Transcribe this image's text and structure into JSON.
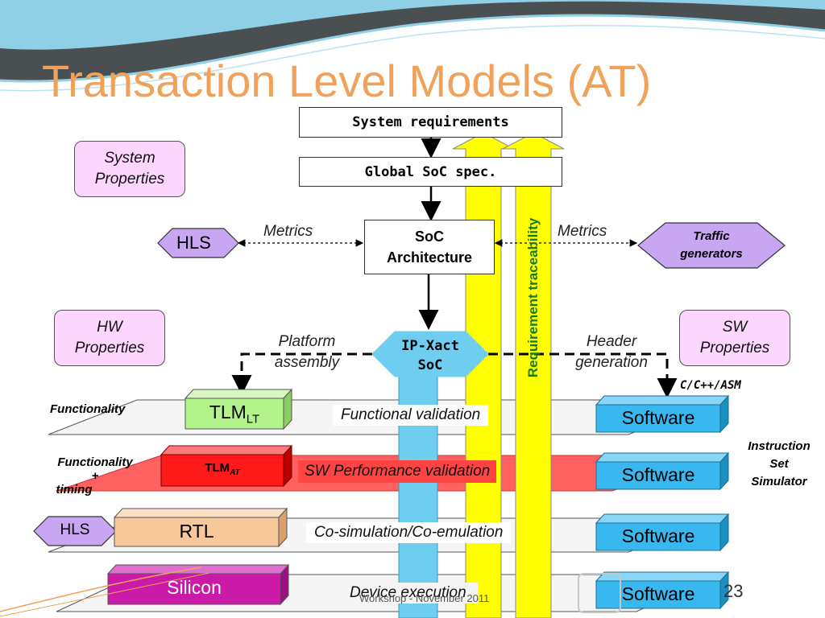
{
  "slide": {
    "title": "Transaction Level Models (AT)",
    "footer": "Workshop - November 2011",
    "page_number": "23"
  },
  "flow": {
    "system_requirements": "System requirements",
    "global_soc_spec": "Global SoC spec.",
    "soc_architecture_line1": "SoC",
    "soc_architecture_line2": "Architecture",
    "ip_xact_line1": "IP-Xact",
    "ip_xact_line2": "SoC",
    "requirement_traceability": "Requirement traceability"
  },
  "properties": {
    "system_line1": "System",
    "system_line2": "Properties",
    "hw_line1": "HW",
    "hw_line2": "Properties",
    "sw_line1": "SW",
    "sw_line2": "Properties"
  },
  "side": {
    "hls_top": "HLS",
    "metrics_left": "Metrics",
    "metrics_right": "Metrics",
    "traffic_line1": "Traffic",
    "traffic_line2": "generators",
    "platform_line1": "Platform",
    "platform_line2": "assembly",
    "header_line1": "Header",
    "header_line2": "generation",
    "c_cpp_asm": "C/C++/ASM"
  },
  "levels": {
    "functionality": "Functionality",
    "functionality_timing_line1": "Functionality",
    "functionality_timing_line2": "+",
    "functionality_timing_line3": "timing",
    "instruction_line1": "Instruction",
    "instruction_line2": "Set",
    "instruction_line3": "Simulator",
    "tlm_lt": "TLM",
    "tlm_lt_sub": "LT",
    "tlm_at": "TLM",
    "tlm_at_sub": "AT",
    "rtl": "RTL",
    "hls_bottom": "HLS",
    "silicon": "Silicon",
    "functional_validation": "Functional validation",
    "sw_performance_validation": "SW Performance validation",
    "cosimulation": "Co-simulation/Co-emulation",
    "device_execution": "Device execution",
    "software_1": "Software",
    "software_2": "Software",
    "software_3": "Software",
    "software_4": "Software"
  },
  "colors": {
    "title": "#f0a25a",
    "header_band_dark": "#4a4f52",
    "header_band_light": "#8fd0e6",
    "property_fill": "#fcd6fc",
    "hexagon_fill": "#c9a6f2",
    "ipxact_fill": "#6fcdf0",
    "blue_column": "#6fcdf0",
    "yellow_arrow": "#ffff00",
    "traceability_text": "#1a7a1a",
    "tlm_lt_fill": "#b4f28c",
    "tlm_at_fill": "#ff1a1a",
    "rtl_fill": "#f7c89a",
    "silicon_fill": "#cc1aa8",
    "software_fill": "#38b8ee",
    "sw_perf_band": "#ff6060"
  }
}
